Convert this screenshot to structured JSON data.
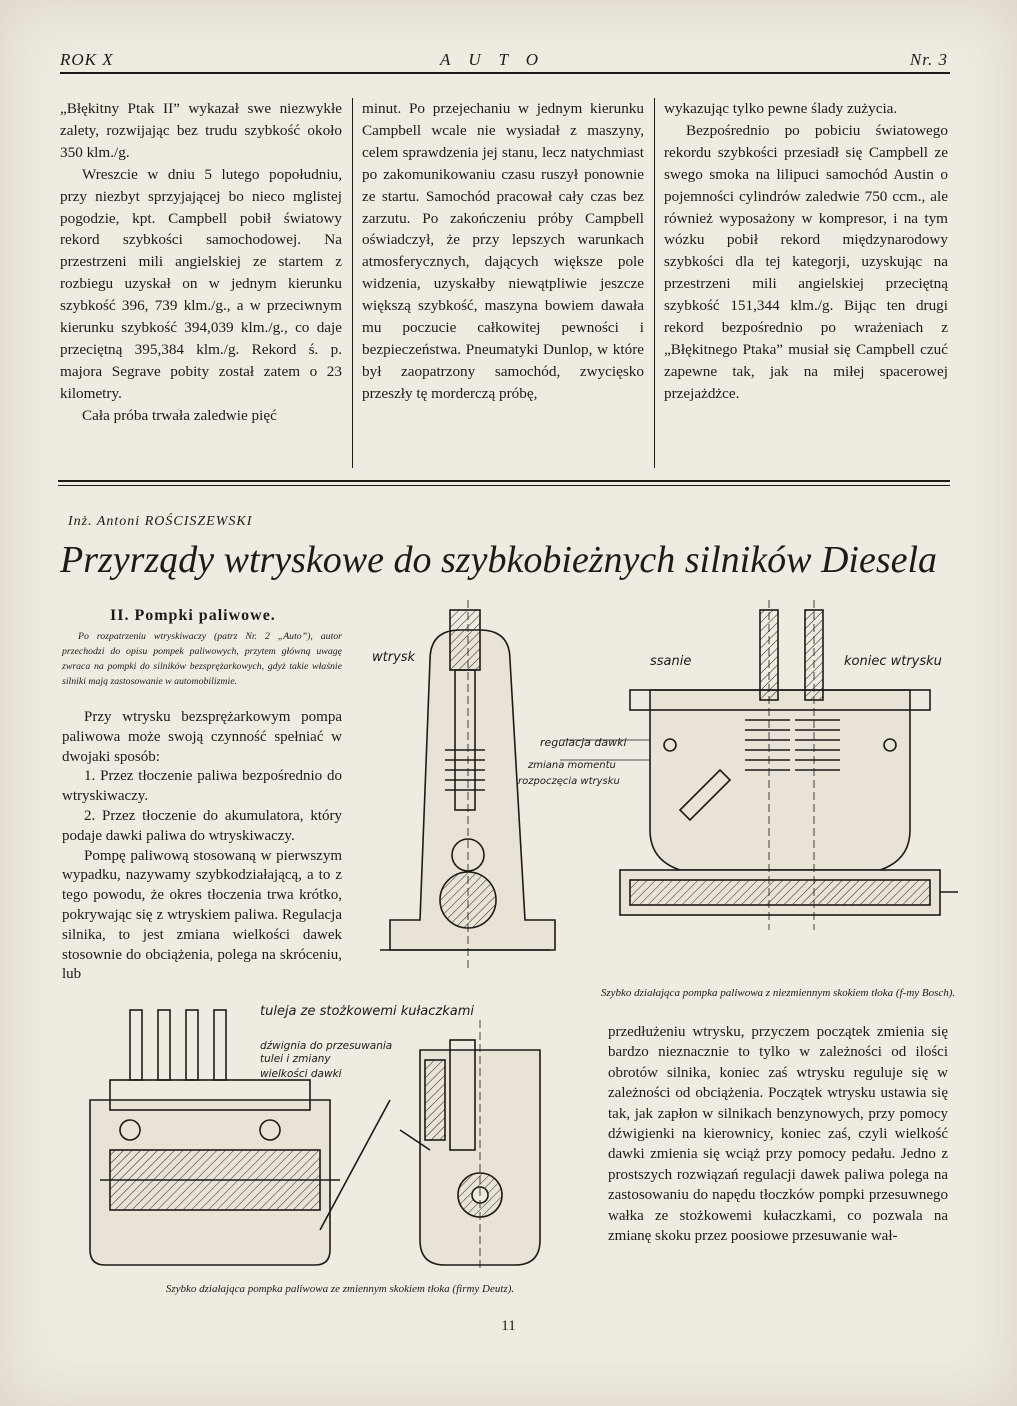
{
  "header": {
    "left": "ROK X",
    "center": "AUTO",
    "right": "Nr. 3"
  },
  "col1": [
    "„Błękitny Ptak II” wykazał swe niezwykłe zalety, rozwijając bez trudu szybkość około 350 klm./g.",
    "Wreszcie w dniu 5 lutego popołudniu, przy niezbyt sprzyjającej bo nieco mglistej pogodzie, kpt. Campbell pobił światowy rekord szybkości samochodowej. Na przestrzeni mili angielskiej ze startem z rozbiegu uzyskał on w jednym kierunku szybkość 396, 739 klm./g., a w przeciwnym kierunku szybkość 394,039 klm./g., co daje przeciętną 395,384 klm./g. Rekord ś. p. majora Segrave pobity został zatem o 23 kilometry.",
    "Cała próba trwała zaledwie pięć"
  ],
  "col2": [
    "minut. Po przejechaniu w jednym kierunku Campbell wcale nie wysiadał z maszyny, celem sprawdzenia jej stanu, lecz natychmiast po zakomunikowaniu czasu ruszył ponownie ze startu. Samochód pracował cały czas bez zarzutu. Po zakończeniu próby Campbell oświadczył, że przy lepszych warunkach atmosferycznych, dających większe pole widzenia, uzyskałby niewątpliwie jeszcze większą szybkość, maszyna bowiem dawała mu poczucie całkowitej pewności i bezpieczeństwa. Pneumatyki Dunlop, w które był zaopatrzony samochód, zwycięsko przeszły tę morderczą próbę,"
  ],
  "col3": [
    "wykazując tylko pewne ślady zużycia.",
    "Bezpośrednio po pobiciu światowego rekordu szybkości przesiadł się Campbell ze swego smoka na lilipuci samochód Austin o pojemności cylindrów zaledwie 750 ccm., ale również wyposażony w kompresor, i na tym wózku pobił rekord międzynarodowy szybkości dla tej kategorji, uzyskując na przestrzeni mili angielskiej przeciętną szybkość 151,344 klm./g. Bijąc ten drugi rekord bezpośrednio po wrażeniach z „Błękitnego Ptaka” musiał się Campbell czuć zapewne tak, jak na miłej spacerowej przejażdżce."
  ],
  "article": {
    "author": "Inż. Antoni ROŚCISZEWSKI",
    "title": "Przyrządy wtryskowe do szybkobieżnych silników Diesela",
    "section": "II. Pompki paliwowe.",
    "intro": "Po rozpatrzeniu wtryskiwaczy (patrz Nr. 2 „Auto”), autor przechodzi do opisu pompek paliwowych, przytem główną uwagę zwraca na pompki do silników bezsprężarkowych, gdyż takie właśnie silniki mają zastosowanie w automobilizmie.",
    "lower_left": [
      "Przy wtrysku bezsprężarkowym pompa paliwowa może swoją czynność spełniać w dwojaki sposób:",
      "1. Przez tłoczenie paliwa bezpośrednio do wtryskiwaczy.",
      "2. Przez tłoczenie do akumulatora, który podaje dawki paliwa do wtryskiwaczy.",
      "Pompę paliwową stosowaną w pierwszym wypadku, nazywamy szybkodziałającą, a to z tego powodu, że okres tłoczenia trwa krótko, pokrywając się z wtryskiem paliwa. Regulacja silnika, to jest zmiana wielkości dawek stosownie do obciążenia, polega na skróceniu, lub"
    ],
    "right_text": "przedłużeniu wtrysku, przyczem początek zmienia się bardzo nieznacznie to tylko w zależności od ilości obrotów silnika, koniec zaś wtrysku reguluje się w zależności od obciążenia. Początek wtrysku ustawia się tak, jak zapłon w silnikach benzynowych, przy pomocy dźwigienki na kierownicy, koniec zaś, czyli wielkość dawki zmienia się wciąż przy pomocy pedału. Jedno z prostszych rozwiązań regulacji dawek paliwa polega na zastosowaniu do napędu tłoczków pompki przesuwnego wałka ze stożkowemi kułaczkami, co pozwala na zmianę skoku przez poosiowe przesuwanie wał-"
  },
  "figure1": {
    "labels": {
      "wtrysk": "wtrysk",
      "ssanie": "ssanie",
      "koniec": "koniec wtrysku",
      "regulacja": "regulacja dawki",
      "zmiana1": "zmiana momentu",
      "zmiana2": "rozpoczęcia wtrysku"
    },
    "caption": "Szybko działająca pompka paliwowa z niezmiennym skokiem tłoka (f-my Bosch)."
  },
  "figure2": {
    "labels": {
      "tuleja": "tuleja ze stożkowemi kułaczkami",
      "dzwignia1": "dźwignia do przesuwania tulei i zmiany",
      "dzwignia2": "wielkości dawki"
    },
    "caption": "Szybko działająca pompka paliwowa ze zmiennym skokiem tłoka (firmy Deutz)."
  },
  "page_number": "11"
}
